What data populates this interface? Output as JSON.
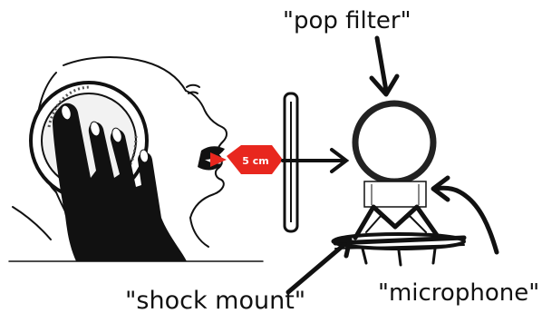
{
  "labels": {
    "pop_filter": "\"pop filter\"",
    "shock_mount": "\"shock mount\"",
    "microphone": "\"microphone\""
  },
  "distance_badge": "5 cm",
  "colors": {
    "ink": "#111111",
    "badge": "#e8271e",
    "background": "#ffffff"
  }
}
